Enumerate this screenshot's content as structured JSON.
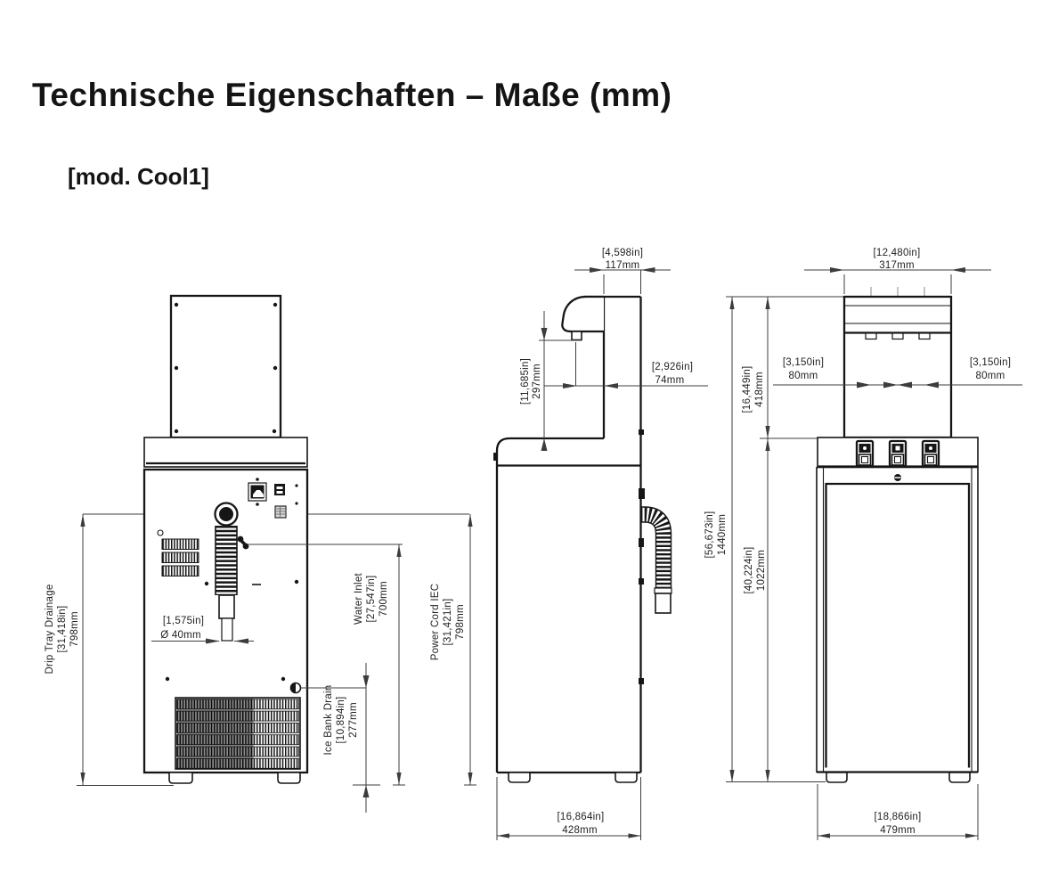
{
  "header": {
    "title": "Technische Eigenschaften – Maße (mm)",
    "model": "[mod. Cool1]"
  },
  "dims": {
    "drip_tray": {
      "label": "Drip Tray Drainage",
      "inches": "[31,418in]",
      "mm": "798mm"
    },
    "hose_diameter": {
      "inches": "[1,575in]",
      "mm": "Ø 40mm"
    },
    "water_inlet": {
      "label": "Water Inlet",
      "inches": "[27,547in]",
      "mm": "700mm"
    },
    "power_cord": {
      "label": "Power Cord IEC",
      "inches": "[31,421in]",
      "mm": "798mm"
    },
    "ice_bank_drain": {
      "label": "Ice Bank Drain",
      "inches": "[10,894in]",
      "mm": "277mm"
    },
    "tower_depth": {
      "inches": "[4,598in]",
      "mm": "117mm"
    },
    "spout_height": {
      "inches": "[11,685in]",
      "mm": "297mm"
    },
    "spout_offset": {
      "inches": "[2,926in]",
      "mm": "74mm"
    },
    "body_depth": {
      "inches": "[16,864in]",
      "mm": "428mm"
    },
    "tower_width": {
      "inches": "[12,480in]",
      "mm": "317mm"
    },
    "tap_pitch_left": {
      "inches": "[3,150in]",
      "mm": "80mm"
    },
    "tap_pitch_right": {
      "inches": "[3,150in]",
      "mm": "80mm"
    },
    "total_height": {
      "inches": "[56,673in]",
      "mm": "1440mm"
    },
    "tower_height": {
      "inches": "[16,449in]",
      "mm": "418mm"
    },
    "body_height": {
      "inches": "[40,224in]",
      "mm": "1022mm"
    },
    "body_width": {
      "inches": "[18,866in]",
      "mm": "479mm"
    }
  },
  "colors": {
    "line": "#161616",
    "dimension": "#3c3c3c",
    "background": "#ffffff"
  }
}
